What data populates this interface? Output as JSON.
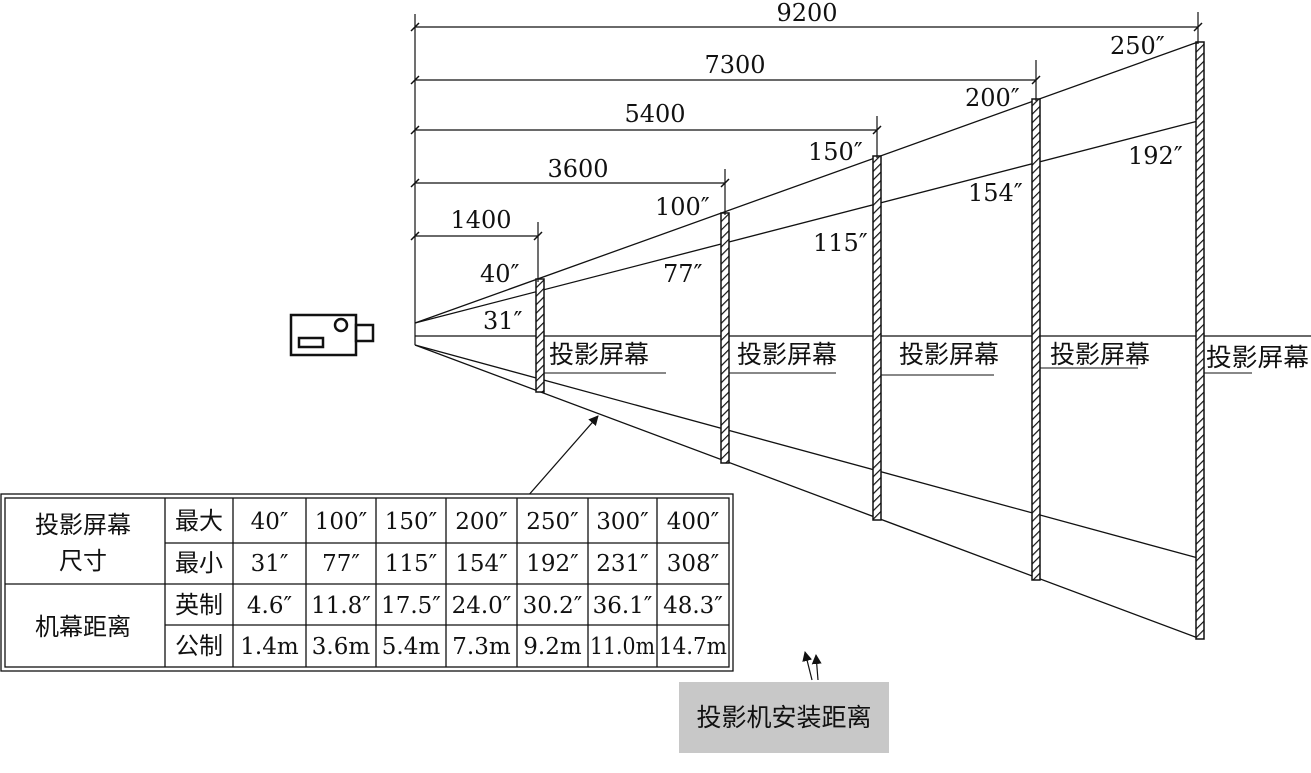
{
  "diagram": {
    "distances": [
      "1400",
      "3600",
      "5400",
      "7300",
      "9200"
    ],
    "max_sizes": [
      "40″",
      "100″",
      "150″",
      "200″",
      "250″"
    ],
    "min_sizes": [
      "31″",
      "77″",
      "115″",
      "154″",
      "192″"
    ],
    "screen_label": "投影屏幕",
    "caption": "投影机安装距离",
    "table": {
      "row_group_1": "投影屏幕尺寸",
      "row_group_1_lines": [
        "投影屏幕",
        "尺寸"
      ],
      "row_group_2": "机幕距离",
      "sub_rows": [
        "最大",
        "最小",
        "英制",
        "公制"
      ],
      "rows": {
        "max": [
          "40″",
          "100″",
          "150″",
          "200″",
          "250″",
          "300″",
          "400″"
        ],
        "min": [
          "31″",
          "77″",
          "115″",
          "154″",
          "192″",
          "231″",
          "308″"
        ],
        "imperial": [
          "4.6″",
          "11.8″",
          "17.5″",
          "24.0″",
          "30.2″",
          "36.1″",
          "48.3″"
        ],
        "metric": [
          "1.4m",
          "3.6m",
          "5.4m",
          "7.3m",
          "9.2m",
          "11.0m",
          "14.7m"
        ]
      }
    }
  }
}
